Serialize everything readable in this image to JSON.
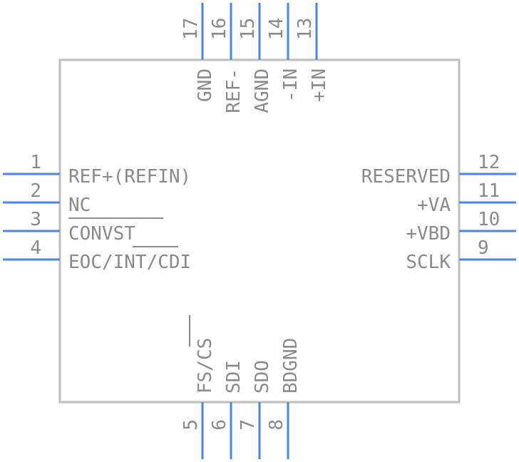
{
  "component": {
    "body_color": "#bdbdbd",
    "pin_color": "#4a86e8",
    "text_color": "#8a8a8a"
  },
  "pins": {
    "left": [
      {
        "number": "1",
        "label": "REF+(REFIN)"
      },
      {
        "number": "2",
        "label": "NC"
      },
      {
        "number": "3",
        "label": "CONVST",
        "overbar": true
      },
      {
        "number": "4",
        "label": "EOC/INT/CDI",
        "overbar_part": "INT"
      }
    ],
    "right": [
      {
        "number": "12",
        "label": "RESERVED"
      },
      {
        "number": "11",
        "label": "+VA"
      },
      {
        "number": "10",
        "label": "+VBD"
      },
      {
        "number": "9",
        "label": "SCLK"
      }
    ],
    "top": [
      {
        "number": "17",
        "label": "GND"
      },
      {
        "number": "16",
        "label": "REF-"
      },
      {
        "number": "15",
        "label": "AGND"
      },
      {
        "number": "14",
        "label": "-IN"
      },
      {
        "number": "13",
        "label": "+IN"
      }
    ],
    "bottom": [
      {
        "number": "5",
        "label": "FS/CS",
        "overbar_part": "CS"
      },
      {
        "number": "6",
        "label": "SDI"
      },
      {
        "number": "7",
        "label": "SDO"
      },
      {
        "number": "8",
        "label": "BDGND"
      }
    ]
  }
}
